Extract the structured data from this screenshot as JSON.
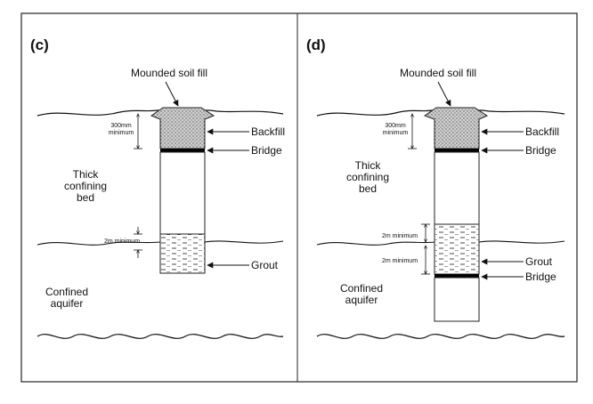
{
  "panels": [
    {
      "letter": "(c)",
      "mounded_label": "Mounded soil fill",
      "backfill_label": "Backfill",
      "bridge_label": "Bridge",
      "grout_label": "Grout",
      "min300_line1": "300mm",
      "min300_line2": "minimum",
      "min2m_label": "2m minimum",
      "bed_line1": "Thick",
      "bed_line2": "confining",
      "bed_line3": "bed",
      "aquifer_line1": "Confined",
      "aquifer_line2": "aquifer"
    },
    {
      "letter": "(d)",
      "mounded_label": "Mounded soil fill",
      "backfill_label": "Backfill",
      "bridge_label": "Bridge",
      "grout_label": "Grout",
      "bridge2_label": "Bridge",
      "min300_line1": "300mm",
      "min300_line2": "minimum",
      "min2m_upper_label": "2m minimum",
      "min2m_lower_label": "2m minimum",
      "bed_line1": "Thick",
      "bed_line2": "confining",
      "bed_line3": "bed",
      "aquifer_line1": "Confined",
      "aquifer_line2": "aquifer"
    }
  ]
}
